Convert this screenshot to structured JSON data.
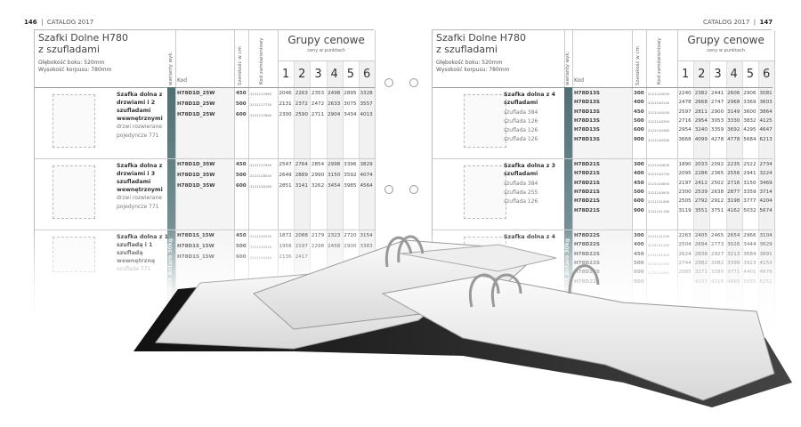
{
  "pages": [
    {
      "number": "146",
      "catalog": "CATALOG 2017",
      "title": [
        "Szafki Dolne H780",
        "z szufladami"
      ],
      "dims": [
        "Głębokość boku: 520mm",
        "Wysokość korpusu: 780mm"
      ],
      "headers": {
        "variant": "warianty wyk.",
        "kod": "Kod",
        "width": "Szerokość w cm",
        "order_code": "Kod zamówieniowy",
        "groups": "Grupy cenowe",
        "groups_sub": "ceny w punktach",
        "group_numbers": [
          "1",
          "2",
          "3",
          "4",
          "5",
          "6"
        ]
      },
      "side_label": "TANDEMBOX Antaro 30kg",
      "rows": [
        {
          "title": "Szafka dolna z drzwiami i 2 szufladami wewnętrznymi",
          "subs": [
            "drzwi rozwierane",
            "pojedyncze 771"
          ],
          "items": [
            [
              "H78D1D_25W",
              "450",
              "2121127665",
              "2046",
              "2263",
              "2353",
              "2498",
              "2895",
              "3328"
            ],
            [
              "H78D1D_25W",
              "500",
              "2121127750",
              "2131",
              "2372",
              "2472",
              "2633",
              "3075",
              "3557"
            ],
            [
              "H78D1D_25W",
              "600",
              "2121127860",
              "2300",
              "2590",
              "2711",
              "2904",
              "3434",
              "4013"
            ]
          ]
        },
        {
          "title": "Szafka dolna z drzwiami i 3 szufladami wewnętrznymi",
          "subs": [
            "drzwi rozwierane",
            "pojedyncze 771"
          ],
          "items": [
            [
              "H78D1D_35W",
              "450",
              "2121127945",
              "2547",
              "2764",
              "2854",
              "2998",
              "3396",
              "3829"
            ],
            [
              "H78D1D_35W",
              "500",
              "2121128050",
              "2649",
              "2889",
              "2990",
              "3150",
              "3592",
              "4074"
            ],
            [
              "H78D1D_35W",
              "600",
              "2121128160",
              "2851",
              "3141",
              "3262",
              "3454",
              "3985",
              "4564"
            ]
          ]
        },
        {
          "title": "Szafka dolna z 1 szufladą i 1 szufladą wewnętrzną",
          "subs": [
            "szuflada 771"
          ],
          "items": [
            [
              "H78D1S_15W",
              "450",
              "2121130345",
              "1872",
              "2088",
              "2179",
              "2323",
              "2720",
              "3154"
            ],
            [
              "H78D1S_15W",
              "500",
              "2121130350",
              "1956",
              "2197",
              "2298",
              "2458",
              "2900",
              "3383"
            ],
            [
              "H78D1S_15W",
              "600",
              "2121130460",
              "2136",
              "2417",
              "",
              "",
              "",
              ""
            ]
          ]
        }
      ]
    },
    {
      "number": "147",
      "catalog": "CATALOG 2017",
      "title": [
        "Szafki Dolne H780",
        "z szufladami"
      ],
      "dims": [
        "Głębokość boku: 520mm",
        "Wysokość korpusu: 780mm"
      ],
      "headers": {
        "variant": "warianty wyk.",
        "kod": "Kod",
        "width": "Szerokość w cm",
        "order_code": "Kod zamówieniowy",
        "groups": "Grupy cenowe",
        "groups_sub": "ceny w punktach",
        "group_numbers": [
          "1",
          "2",
          "3",
          "4",
          "5",
          "6"
        ]
      },
      "side_label": "TANDEMBOX Antaro 30kg",
      "rows": [
        {
          "title": "Szafka dolna z 4 szufladami",
          "subs": [
            "szuflada 384",
            "szuflada 126",
            "szuflada 126",
            "szuflada 126"
          ],
          "items": [
            [
              "H78D13S",
              "300",
              "2121140030",
              "2240",
              "2382",
              "2441",
              "2606",
              "2906",
              "3081"
            ],
            [
              "H78D13S",
              "400",
              "2121140140",
              "2478",
              "2668",
              "2747",
              "2968",
              "3369",
              "3603"
            ],
            [
              "H78D13S",
              "450",
              "2121140245",
              "2597",
              "2811",
              "2900",
              "3149",
              "3600",
              "3864"
            ],
            [
              "H78D13S",
              "500",
              "2121140350",
              "2716",
              "2954",
              "3053",
              "3330",
              "3832",
              "4125"
            ],
            [
              "H78D13S",
              "600",
              "2121140460",
              "2954",
              "3240",
              "3359",
              "3692",
              "4295",
              "4647"
            ],
            [
              "H78D13S",
              "900",
              "2121140590",
              "3668",
              "4099",
              "4278",
              "4778",
              "5684",
              "6213"
            ]
          ]
        },
        {
          "title": "Szafka dolna z 3 szufladami",
          "subs": [
            "szuflada 384",
            "szuflada 255",
            "szuflada 126"
          ],
          "items": [
            [
              "H78D21S",
              "300",
              "2121140630",
              "1890",
              "2033",
              "2092",
              "2235",
              "2522",
              "2734"
            ],
            [
              "H78D21S",
              "400",
              "2121140740",
              "2095",
              "2286",
              "2365",
              "2556",
              "2941",
              "3224"
            ],
            [
              "H78D21S",
              "450",
              "2121140845",
              "2197",
              "2412",
              "2502",
              "2716",
              "3150",
              "3469"
            ],
            [
              "H78D21S",
              "500",
              "2121140950",
              "2300",
              "2539",
              "2638",
              "2877",
              "3359",
              "3714"
            ],
            [
              "H78D21S",
              "600",
              "2121141060",
              "2505",
              "2792",
              "2912",
              "3198",
              "3777",
              "4204"
            ],
            [
              "H78D21S",
              "900",
              "2121141190",
              "3119",
              "3551",
              "3751",
              "4162",
              "5032",
              "5674"
            ]
          ]
        },
        {
          "title": "Szafka dolna z 4",
          "subs": [],
          "items": [
            [
              "H78D22S",
              "300",
              "2121141230",
              "2263",
              "2405",
              "2465",
              "2654",
              "2966",
              "3104"
            ],
            [
              "H78D22S",
              "400",
              "2121141340",
              "2504",
              "2694",
              "2773",
              "3026",
              "3444",
              "3629"
            ],
            [
              "H78D22S",
              "450",
              "2121141445",
              "2624",
              "2838",
              "2927",
              "3213",
              "3684",
              "3891"
            ],
            [
              "H78D22S",
              "500",
              "2121141550",
              "2744",
              "2982",
              "3082",
              "3399",
              "3923",
              "4153"
            ],
            [
              "H78D22S",
              "600",
              "2121141660",
              "2985",
              "3271",
              "3390",
              "3771",
              "4401",
              "4678"
            ],
            [
              "H78D22S",
              "900",
              "",
              "",
              "4137",
              "4316",
              "4889",
              "5835",
              "6251"
            ]
          ]
        }
      ]
    }
  ]
}
